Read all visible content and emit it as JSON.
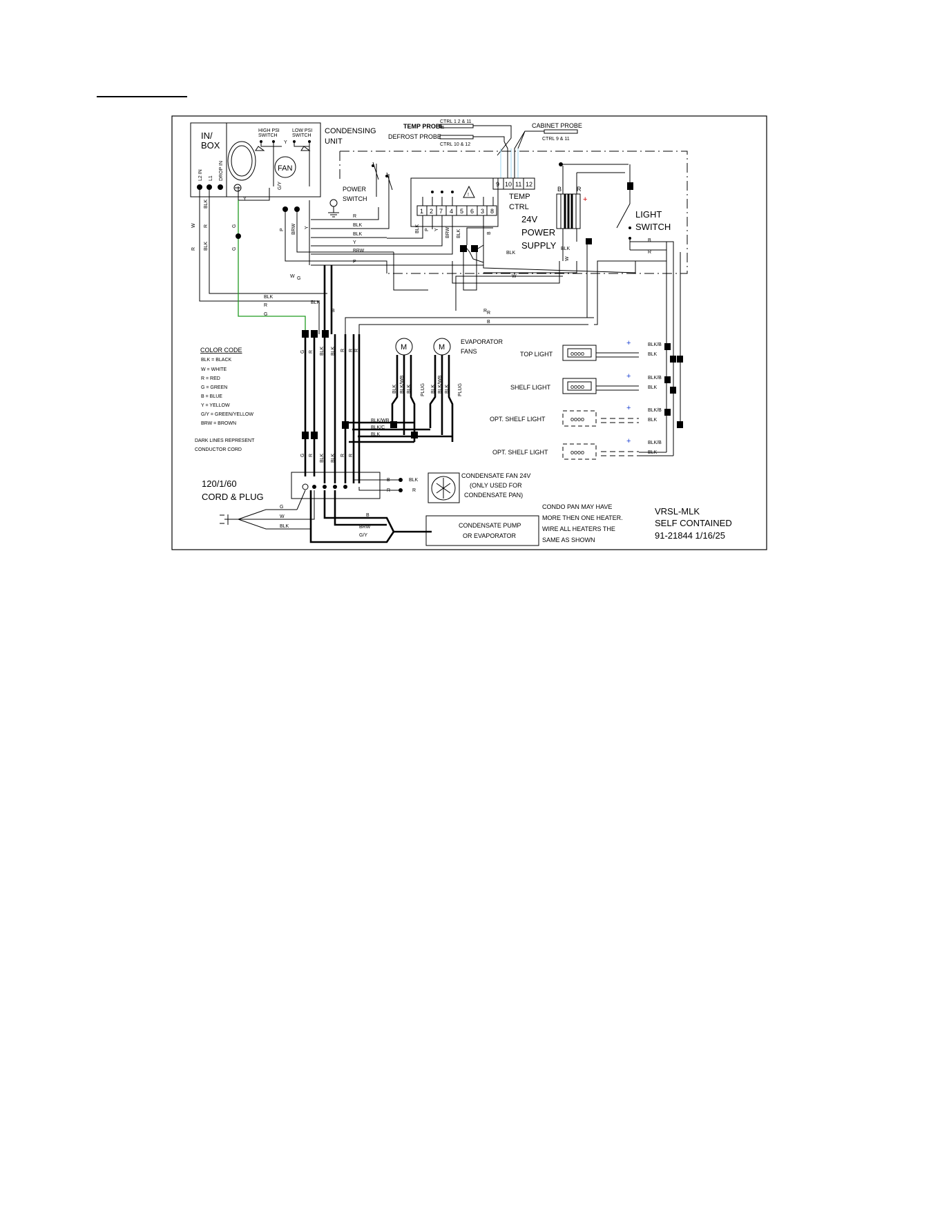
{
  "labels": {
    "jbox": [
      "IN/",
      "BOX"
    ],
    "jbox_terms": [
      "L2 IN",
      "L1",
      "DROP IN"
    ],
    "fan": "FAN",
    "fan_wire": "G/Y",
    "high_psi": [
      "HIGH PSI",
      "SWITCH"
    ],
    "low_psi": [
      "LOW PSI",
      "SWITCH"
    ],
    "psi_wire": "Y",
    "condensing": [
      "CONDENSING",
      "UNIT"
    ],
    "temp_probe": "TEMP PROBE",
    "temp_probe_ctrl": "CTRL 1 2 & 11",
    "defrost_probe": "DEFROST PROBE",
    "defrost_probe_ctrl": "CTRL 10 & 12",
    "cabinet_probe": "CABINET PROBE",
    "cabinet_probe_ctrl": "CTRL 9 & 11",
    "ctrl_top_terminals": [
      "9",
      "10",
      "11",
      "12"
    ],
    "temp_ctrl": [
      "TEMP",
      "CTRL"
    ],
    "ctrl_bottom_terminals": [
      "1",
      "2",
      "7",
      "4",
      "5",
      "6",
      "3",
      "8"
    ],
    "power_switch": [
      "POWER",
      "SWITCH"
    ],
    "power_supply": [
      "24V",
      "POWER",
      "SUPPLY"
    ],
    "ps_terminals": [
      "B",
      "R"
    ],
    "plus": "+",
    "minus": "–",
    "light_switch": [
      "LIGHT",
      "SWITCH"
    ],
    "evap_fans": [
      "EVAPORATOR",
      "FANS"
    ],
    "plug": "PLUG",
    "motor": "M",
    "lights": [
      "TOP LIGHT",
      "SHELF LIGHT",
      "OPT. SHELF LIGHT",
      "OPT. SHELF LIGHT"
    ],
    "light_wires": [
      "BLK/B",
      "BLK"
    ],
    "color_code_title": "COLOR CODE",
    "color_code": [
      "BLK = BLACK",
      "W = WHITE",
      "R = RED",
      "G = GREEN",
      "B = BLUE",
      "Y = YELLOW",
      "G/Y = GREEN/YELLOW",
      "BRW = BROWN"
    ],
    "dark_lines": [
      "DARK LINES REPRESENT",
      "CONDUCTOR CORD"
    ],
    "cord": [
      "120/1/60",
      "CORD & PLUG"
    ],
    "cond_fan": [
      "CONDENSATE FAN 24V",
      "(ONLY USED FOR",
      "CONDENSATE PAN)"
    ],
    "cond_pump": [
      "CONDENSATE PUMP",
      "OR EVAPORATOR"
    ],
    "condo_note": [
      "CONDO PAN MAY HAVE",
      "MORE THEN ONE HEATER.",
      "WIRE ALL HEATERS THE",
      "SAME AS SHOWN"
    ],
    "title_block": [
      "VRSL-MLK",
      "SELF CONTAINED",
      "91-21844  1/16/25"
    ]
  },
  "wires": {
    "left_vertical": [
      "R",
      "W",
      "BLK",
      "R",
      "BLK",
      "G",
      "G",
      "P",
      "BRW",
      "Y"
    ],
    "switch_harness": [
      "R",
      "BLK",
      "BLK",
      "Y",
      "BRW",
      "P"
    ],
    "ctrl_drops": [
      "BLK",
      "P",
      "Y",
      "BRW",
      "BLK",
      "B"
    ],
    "ps_outputs": [
      "BLK",
      "W",
      "BLK",
      "W"
    ],
    "bus_horizontal": [
      "BLK",
      "R",
      "G",
      "R",
      "B",
      "W",
      "BLK",
      "B",
      "R",
      "G"
    ],
    "bus_vertical": [
      "G",
      "R",
      "BLK",
      "BLK",
      "R",
      "R",
      "R",
      "G",
      "R",
      "BLK",
      "BLK",
      "R",
      "R"
    ],
    "evap_fan_wires": [
      "BLK",
      "BLK/WB",
      "BLK",
      "BLK",
      "BLK/WB",
      "BLK"
    ],
    "evap_bus": [
      "BLK/WB",
      "BLK/C",
      "BLK"
    ],
    "cond_fan_wires": [
      "B",
      "BLK",
      "R",
      "R"
    ],
    "cord_wires": [
      "G",
      "W",
      "BLK"
    ],
    "pump_wires": [
      "B",
      "BRW",
      "G/Y"
    ]
  }
}
